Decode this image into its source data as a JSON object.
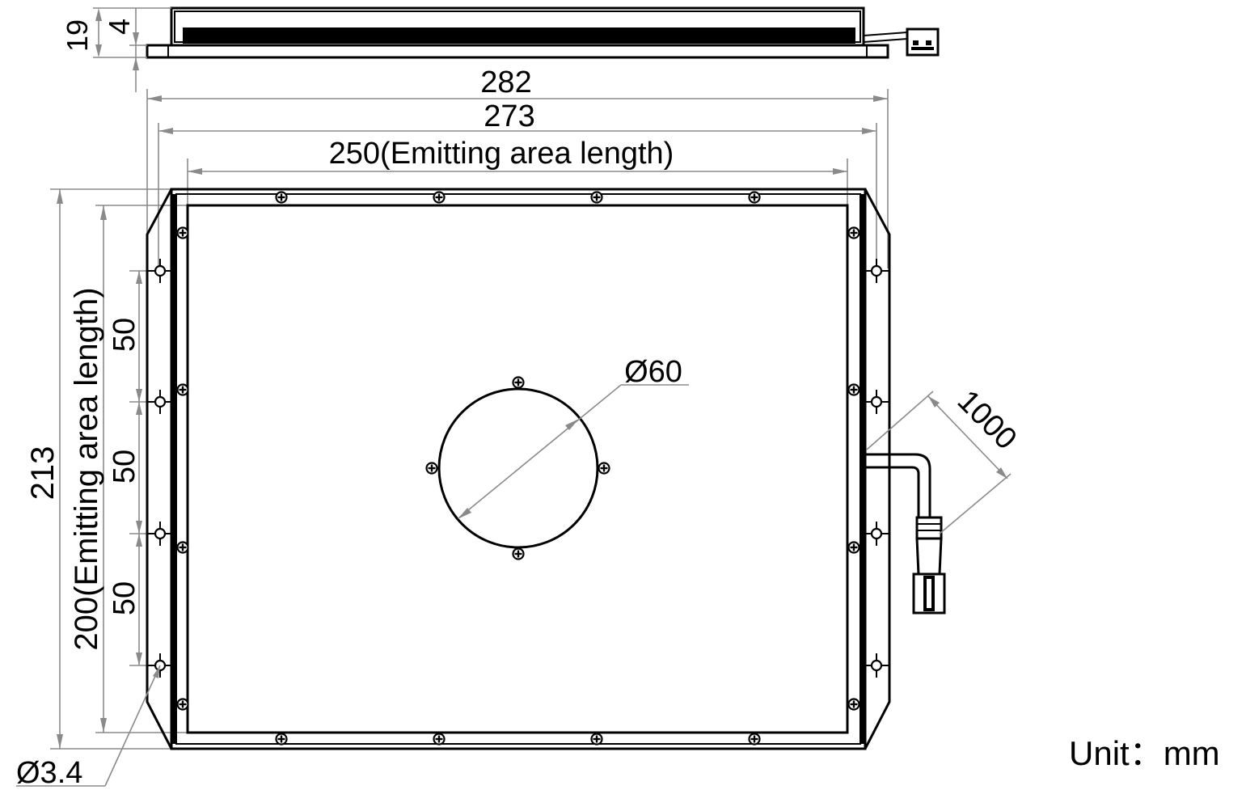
{
  "dimensions": {
    "side_total_height": "19",
    "side_plate_height": "4",
    "total_width": "282",
    "body_width": "273",
    "emitting_width": "250(Emitting area length)",
    "total_height": "213",
    "emitting_height": "200(Emitting area length)",
    "hole_pitch_1": "50",
    "hole_pitch_2": "50",
    "hole_pitch_3": "50",
    "window_diameter": "Ø60",
    "cable_length": "1000",
    "mount_hole_diameter": "Ø3.4"
  },
  "unit_label": "Unit：mm",
  "colors": {
    "line": "#000000",
    "dimension": "#8a8a8a",
    "background": "#ffffff"
  }
}
